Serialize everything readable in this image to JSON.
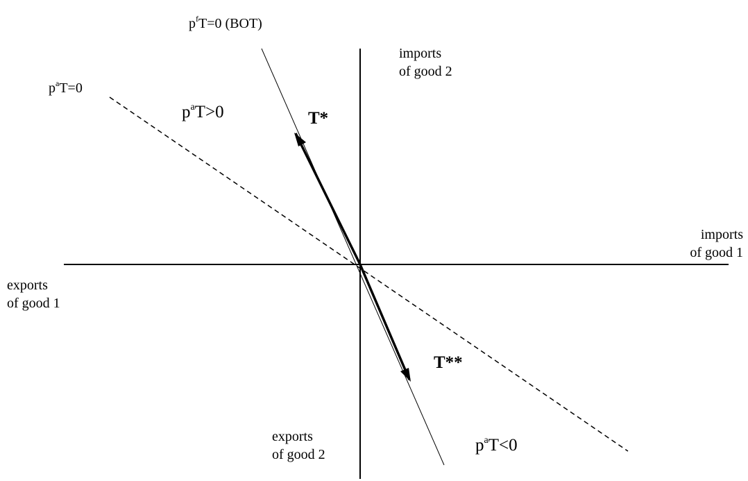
{
  "labels": {
    "bot_line": {
      "prefix": "p",
      "sup": "f",
      "suffix": "T=0 (BOT)"
    },
    "autarky_line": {
      "prefix": "p",
      "sup": "a",
      "suffix": "T=0"
    },
    "region_positive": {
      "prefix": "p",
      "sup": "a",
      "suffix": "T>0"
    },
    "region_negative": {
      "prefix": "p",
      "sup": "a",
      "suffix": "T<0"
    },
    "imports_good2": [
      "imports",
      "of good 2"
    ],
    "imports_good1": [
      "imports",
      "of good 1"
    ],
    "exports_good1": [
      "exports",
      "of good 1"
    ],
    "exports_good2": [
      "exports",
      "of good 2"
    ],
    "t_star": "T*",
    "t_double_star": "T**"
  },
  "style": {
    "line_color": "#000000"
  }
}
